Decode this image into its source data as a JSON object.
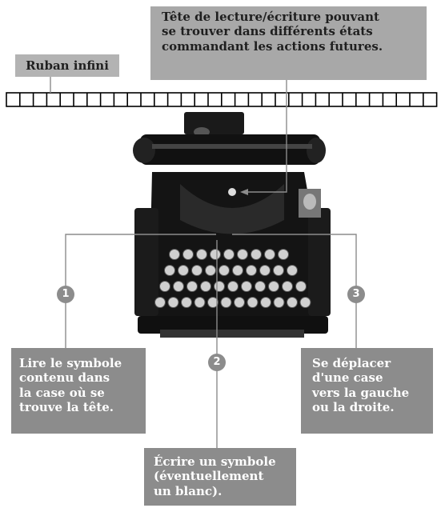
{
  "head_label": {
    "lines": [
      "Tête de lecture/écriture pouvant",
      "se trouver dans différents états",
      "commandant les actions futures."
    ]
  },
  "tape_label": "Ruban infini",
  "actions": [
    {
      "number": "1",
      "lines": [
        "Lire le symbole",
        "contenu dans",
        "la case où se",
        "trouve la tête."
      ]
    },
    {
      "number": "2",
      "lines": [
        "Écrire un symbole",
        "(éventuellement",
        "un blanc)."
      ]
    },
    {
      "number": "3",
      "lines": [
        "Se déplacer",
        "d'une case",
        "vers la gauche",
        "ou la droite."
      ]
    }
  ],
  "colors": {
    "box": "#8c8c8c",
    "line": "#8c8c8c",
    "tape": "#000000"
  },
  "illustration": "typewriter"
}
